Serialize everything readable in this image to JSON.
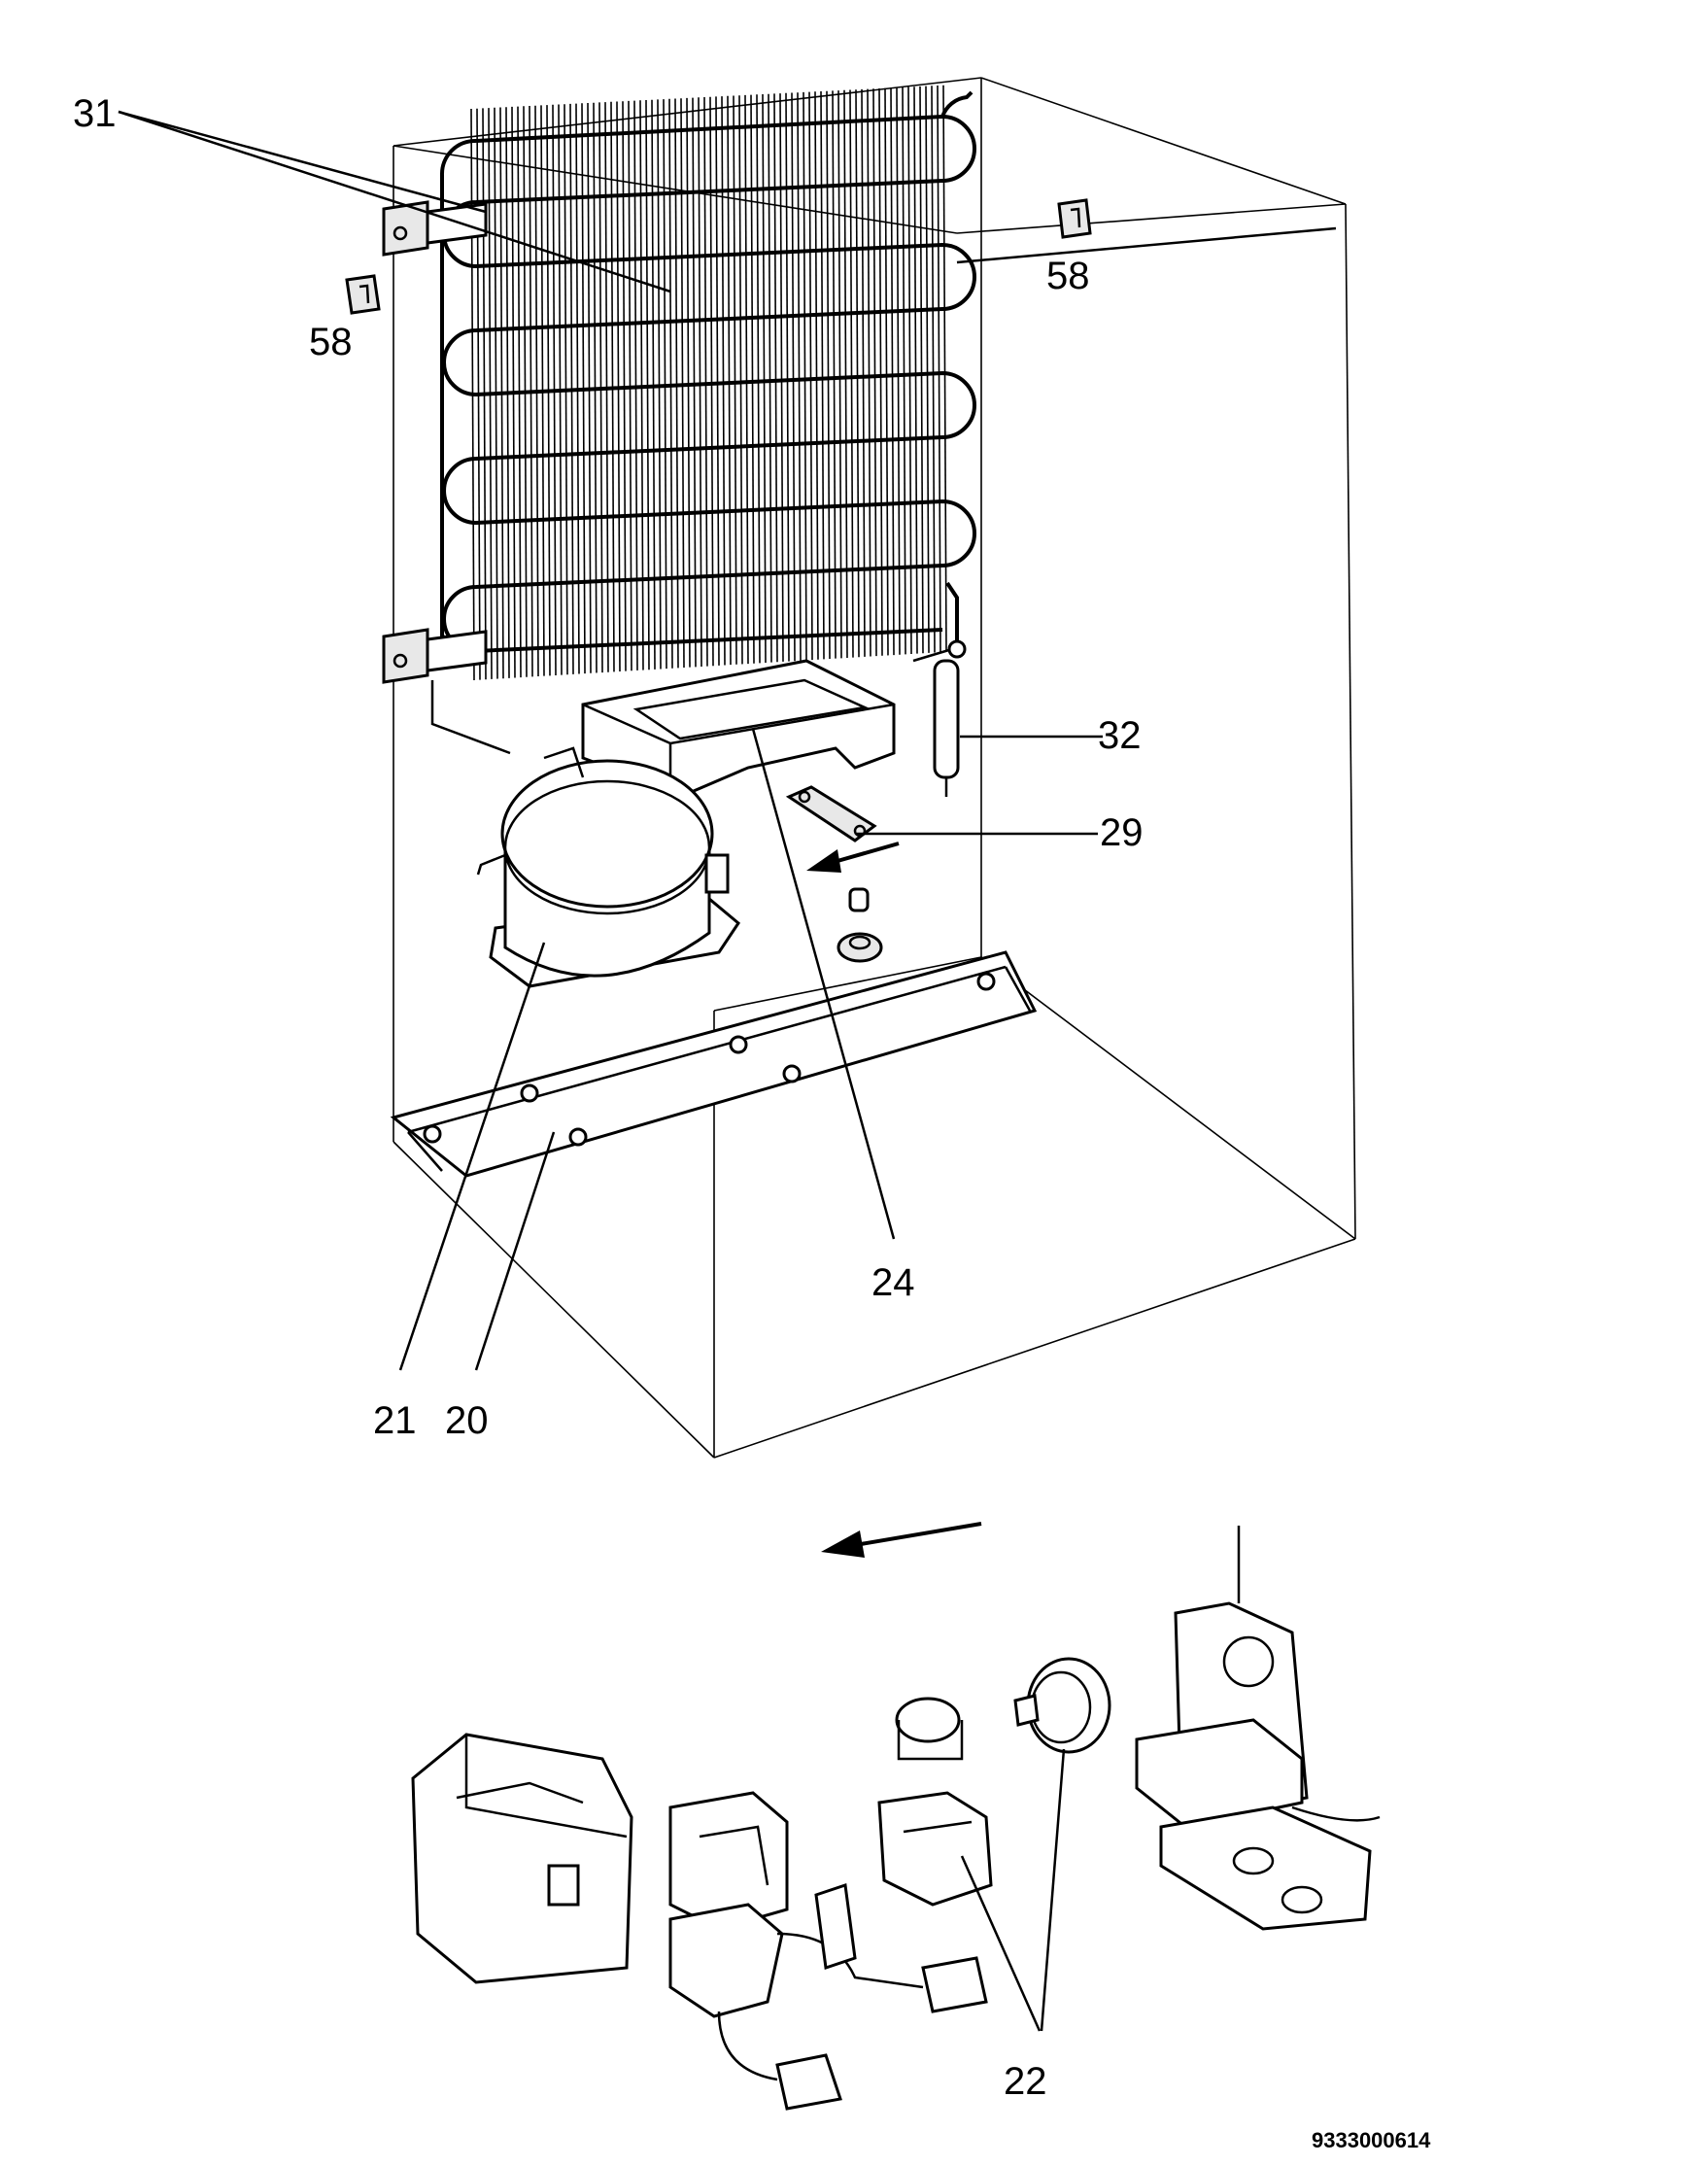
{
  "labels": {
    "p31": "31",
    "p58_left": "58",
    "p58_right": "58",
    "p32": "32",
    "p29": "29",
    "p24": "24",
    "p21": "21",
    "p20": "20",
    "p22": "22"
  },
  "drawing_code": "9333000614"
}
